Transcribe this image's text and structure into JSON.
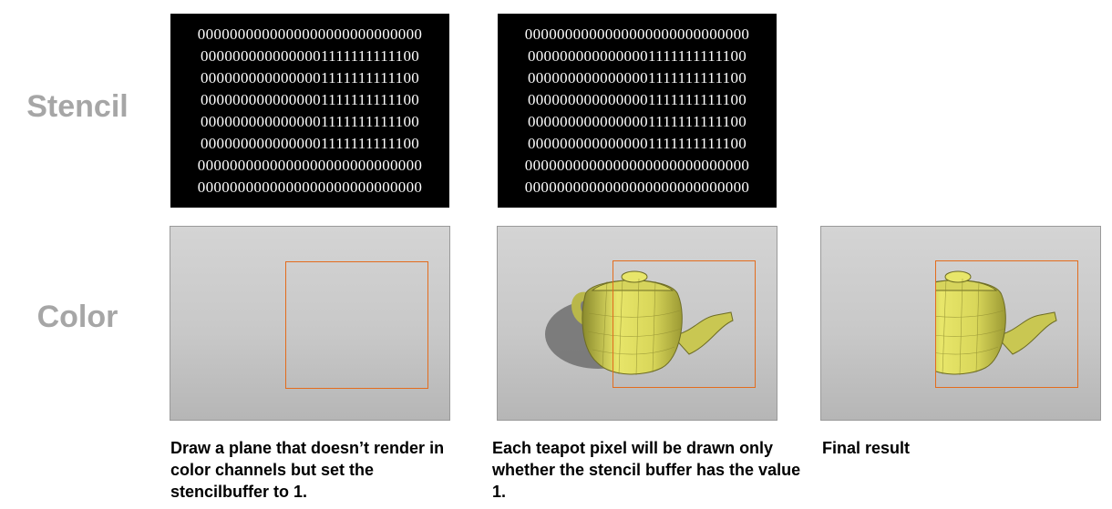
{
  "row_labels": {
    "stencil": "Stencil",
    "color": "Color"
  },
  "stencil_buffers": [
    {
      "lines": [
        "0000000000000000000000000000",
        "0000000000000001111111111100",
        "0000000000000001111111111100",
        "0000000000000001111111111100",
        "0000000000000001111111111100",
        "0000000000000001111111111100",
        "0000000000000000000000000000",
        "0000000000000000000000000000"
      ]
    },
    {
      "lines": [
        "0000000000000000000000000000",
        "0000000000000001111111111100",
        "0000000000000001111111111100",
        "0000000000000001111111111100",
        "0000000000000001111111111100",
        "0000000000000001111111111100",
        "0000000000000000000000000000",
        "0000000000000000000000000000"
      ]
    }
  ],
  "captions": [
    "Draw a plane that doesn’t render in color channels but set the stencilbuffer to 1.",
    "Each teapot pixel will be drawn only whether the stencil buffer has the value 1.",
    "Final result"
  ],
  "colors": {
    "stencil_background": "#000000",
    "stencil_text": "#ffffff",
    "stencil_outline": "#e36c1d",
    "teapot": "#e8e66a",
    "label_gray": "#a6a6a6"
  }
}
